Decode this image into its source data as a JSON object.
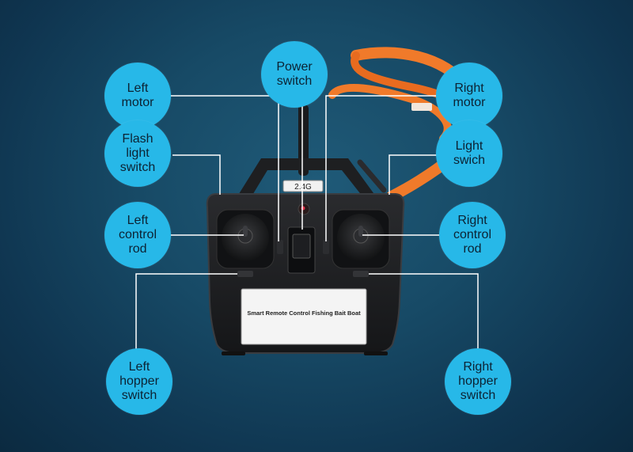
{
  "callouts": {
    "left_motor": "Left\nmotor",
    "power_switch": "Power\nswitch",
    "right_motor": "Right\nmotor",
    "flash_light_switch": "Flash\nlight\nswitch",
    "light_switch": "Light\nswich",
    "left_control_rod": "Left\ncontrol\nrod",
    "right_control_rod": "Right\ncontrol\nrod",
    "left_hopper_switch": "Left\nhopper\nswitch",
    "right_hopper_switch": "Right\nhopper\nswitch"
  },
  "device": {
    "frequency_label": "2.4G",
    "panel_label": "Smart Remote Control Fishing Bait Boat"
  },
  "colors": {
    "bubble": "#27b8e8",
    "line": "#ffffff",
    "strap": "#f07a2a",
    "body": "#1e1f21"
  }
}
